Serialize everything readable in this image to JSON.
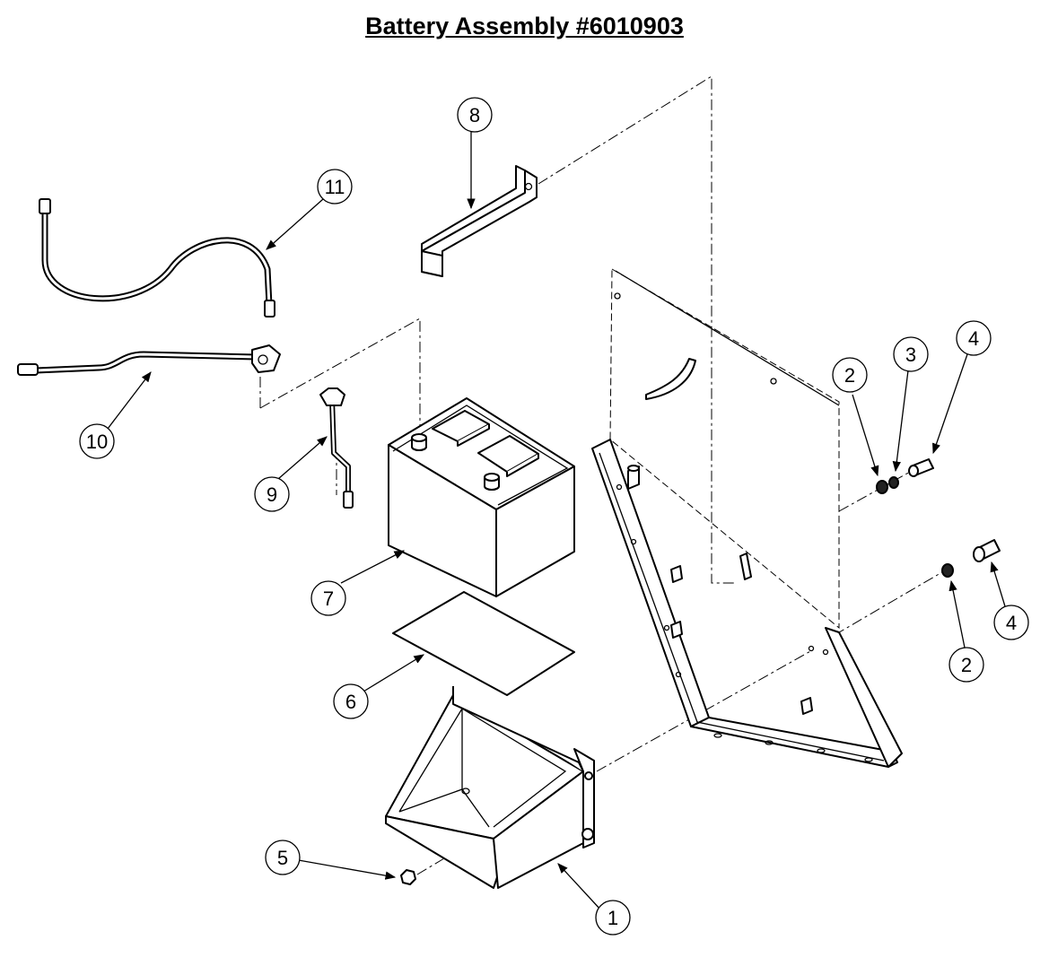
{
  "title": "Battery Assembly #6010903",
  "callouts": [
    {
      "id": "callout-1",
      "label": "1"
    },
    {
      "id": "callout-2-upper",
      "label": "2"
    },
    {
      "id": "callout-2-lower",
      "label": "2"
    },
    {
      "id": "callout-3",
      "label": "3"
    },
    {
      "id": "callout-4-upper",
      "label": "4"
    },
    {
      "id": "callout-4-lower",
      "label": "4"
    },
    {
      "id": "callout-5",
      "label": "5"
    },
    {
      "id": "callout-6",
      "label": "6"
    },
    {
      "id": "callout-7",
      "label": "7"
    },
    {
      "id": "callout-8",
      "label": "8"
    },
    {
      "id": "callout-9",
      "label": "9"
    },
    {
      "id": "callout-10",
      "label": "10"
    },
    {
      "id": "callout-11",
      "label": "11"
    }
  ]
}
